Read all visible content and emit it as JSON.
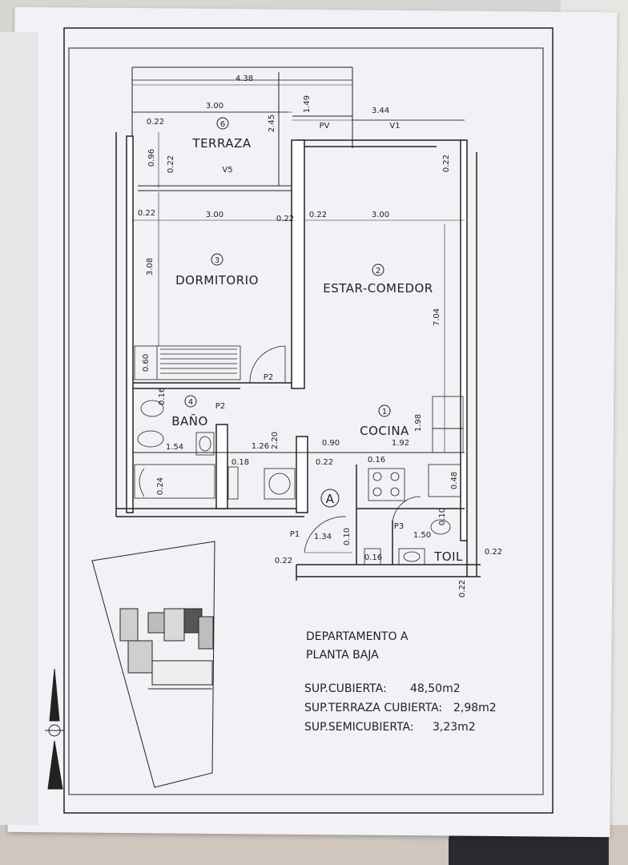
{
  "plan": {
    "title": "DEPARTAMENTO A",
    "subtitle": "PLANTA BAJA",
    "surfaces": [
      {
        "label": "SUP.CUBIERTA:",
        "value": "48,50m2"
      },
      {
        "label": "SUP.TERRAZA CUBIERTA:",
        "value": "2,98m2"
      },
      {
        "label": "SUP.SEMICUBIERTA:",
        "value": "3,23m2"
      }
    ],
    "unit_marker": "A",
    "rooms": [
      {
        "number": "1",
        "name": "COCINA"
      },
      {
        "number": "2",
        "name": "ESTAR-COMEDOR"
      },
      {
        "number": "3",
        "name": "DORMITORIO"
      },
      {
        "number": "4",
        "name": "BAÑO"
      },
      {
        "number": "6",
        "name": "TERRAZA"
      },
      {
        "name": "TOIL"
      }
    ],
    "doors": [
      "P1",
      "P2",
      "P2",
      "P3"
    ],
    "windows": [
      "PV",
      "V1",
      "V5"
    ],
    "dimensions": [
      "4.38",
      "3.00",
      "3.44",
      "1.49",
      "2.45",
      "0.22",
      "0.96",
      "0.22",
      "0.22",
      "3.00",
      "0.22",
      "3.00",
      "3.08",
      "7.04",
      "0.22",
      "0.60",
      "1.98",
      "1.54",
      "1.26",
      "2.20",
      "0.90",
      "1.92",
      "0.18",
      "0.22",
      "0.16",
      "0.24",
      "0.48",
      "0.16",
      "1.34",
      "1.50",
      "0.10",
      "0.22",
      "0.22",
      "0.22",
      "0.10",
      "0.16",
      "0.22"
    ]
  }
}
